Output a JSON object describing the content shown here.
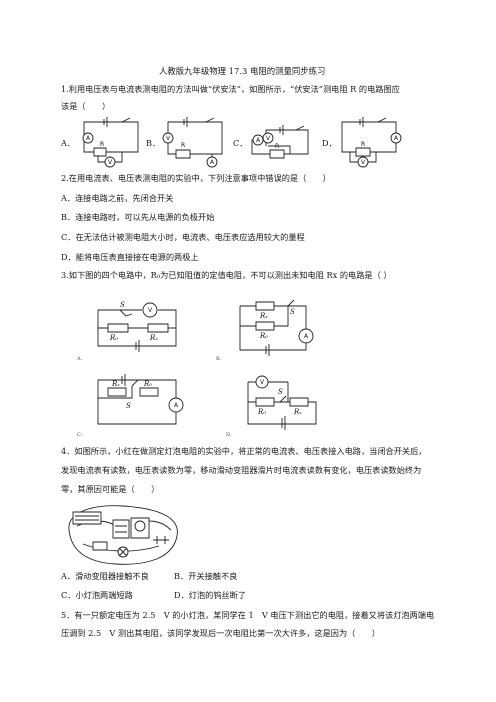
{
  "title": "人教版九年级物理 17.3 电阻的测量同步练习",
  "q1": {
    "line1": "1.利用电压表与电流表测电阻的方法叫做“伏安法”，如图所示，“伏安法”测电阻 R 的电路图应",
    "line2": "该是（　　）",
    "labels": [
      "A．",
      "B．",
      "C．",
      "D．"
    ],
    "circuit": {
      "resistor": "R",
      "ammeter": "A",
      "voltmeter": "V"
    }
  },
  "q2": {
    "stem": "2.在用电流表、电压表测电阻的实验中，下列注意事项中错误的是（　　）",
    "options": [
      "A．连接电路之前，先闭合开关",
      "B．连接电路时，可以先从电源的负极开始",
      "C．在无法估计被测电阻大小时，电流表、电压表应选用较大的量程",
      "D．能将电压表直接接在电源的两极上"
    ]
  },
  "q3": {
    "stem": "3.如下图的四个电路中，R₀为已知阻值的定值电阻，不可以测出未知电阻 Rx 的电路是（ ）",
    "labels": [
      "A.",
      "B.",
      "C.",
      "D."
    ],
    "circuit": {
      "r0": "R₀",
      "rx": "Rₓ",
      "switch": "S",
      "ammeter": "A",
      "voltmeter": "V"
    }
  },
  "q4": {
    "line1": "4．如图所示，小红在做测定灯泡电阻的实验中，将正常的电流表、电压表接入电路，当闭合开关后，",
    "line2": "发现电流表有读数，电压表读数为零，移动滑动变阻器滑片时电流表读数有变化，电压表读数始终为",
    "line3": "零，其原因可能是（　　）",
    "options": [
      "A．滑动变阻器接触不良",
      "B．开关接触不良",
      "C．小灯泡两端短路",
      "D．灯泡的钨丝断了"
    ]
  },
  "q5": {
    "line1": "5．有一只额定电压为 2.5　V 的小灯泡，某同学在 1　V 电压下测出它的电阻，接着又将该灯泡两端电",
    "line2": "压调到 2.5　V 测出其电阻，该同学发现后一次电阻比第一次大许多，这是因为（　　）"
  }
}
